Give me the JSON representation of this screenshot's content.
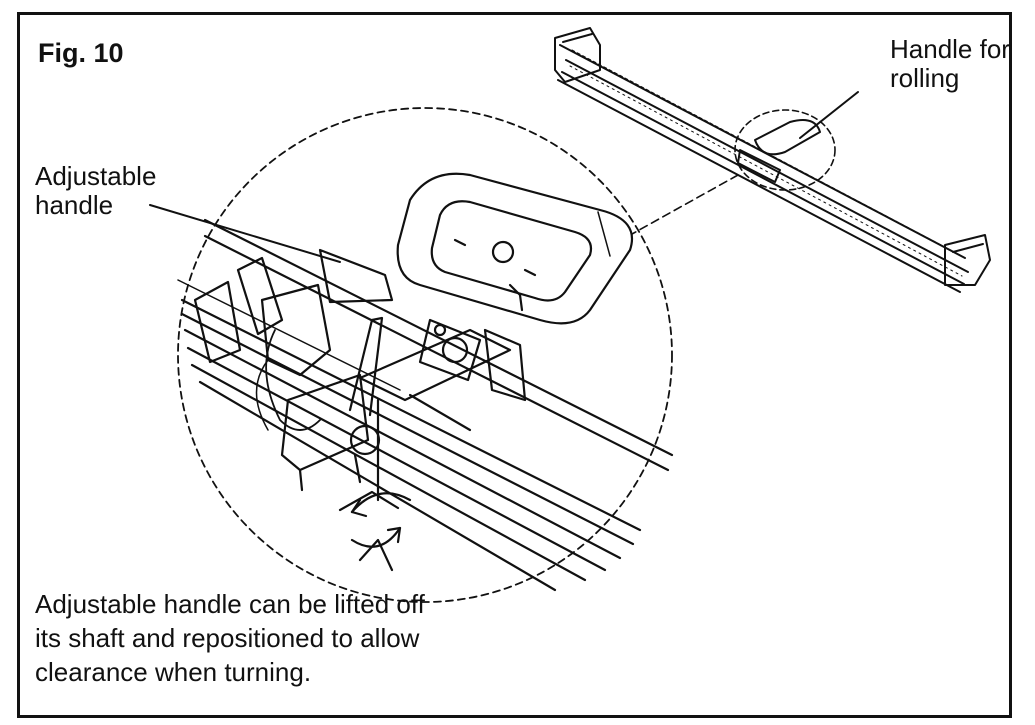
{
  "figure": {
    "title": "Fig. 10",
    "labels": {
      "handle_for_rolling": [
        "Handle for",
        "rolling"
      ],
      "adjustable_handle": [
        "Adjustable",
        "handle"
      ]
    },
    "caption": [
      "Adjustable handle can be lifted off",
      "its shaft and repositioned to allow",
      "clearance when turning."
    ]
  },
  "colors": {
    "ink": "#111111",
    "paper": "#ffffff"
  }
}
